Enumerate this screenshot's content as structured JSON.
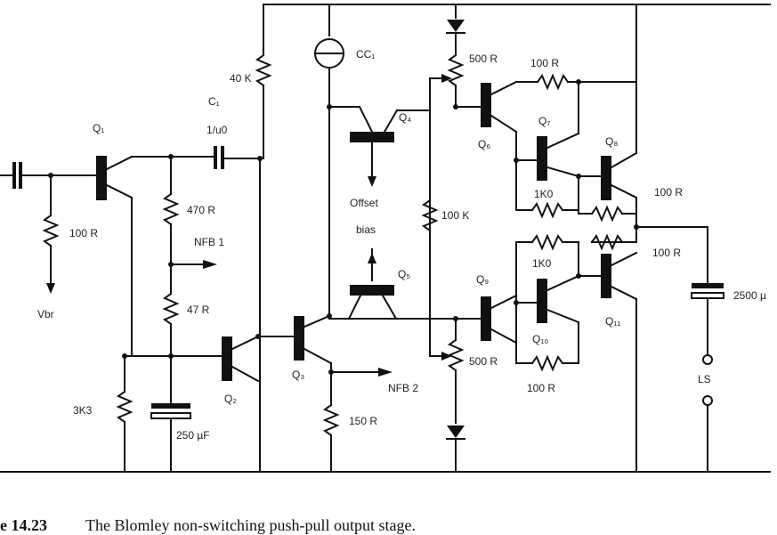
{
  "labels": {
    "r_40k": "40 K",
    "c1": "C₁",
    "c1_val": "1/u0",
    "q1": "Q₁",
    "r_100r_in": "100 R",
    "vbias": "Vbr",
    "r_470r": "470 R",
    "nfb1": "NFB 1",
    "r_47r": "47 R",
    "r_3k3": "3K3",
    "c_250uf": "250 µF",
    "q2": "Q₂",
    "q3": "Q₃",
    "r_150r": "150 R",
    "nfb2": "NFB 2",
    "cc1": "CC₁",
    "q4": "Q₄",
    "offset": "Offset",
    "bias": "bias",
    "q5": "Q₅",
    "r_100k": "100 K",
    "pot_500r_top": "500 R",
    "pot_500r_bot": "500 R",
    "q6": "Q₆",
    "r_100r_top": "100 R",
    "q7": "Q₇",
    "r_1k0_top": "1K0",
    "q8": "Q₈",
    "r_100r_q8": "100 R",
    "q9": "Q₉",
    "r_1k0_bot": "1K0",
    "q10": "Q₁₀",
    "q11": "Q₁₁",
    "r_100r_q11": "100 R",
    "r_100r_bot": "100 R",
    "c_2500": "2500 µ",
    "ls": "LS"
  },
  "caption": {
    "number": "e 14.23",
    "text": "The Blomley non-switching push-pull output stage."
  }
}
